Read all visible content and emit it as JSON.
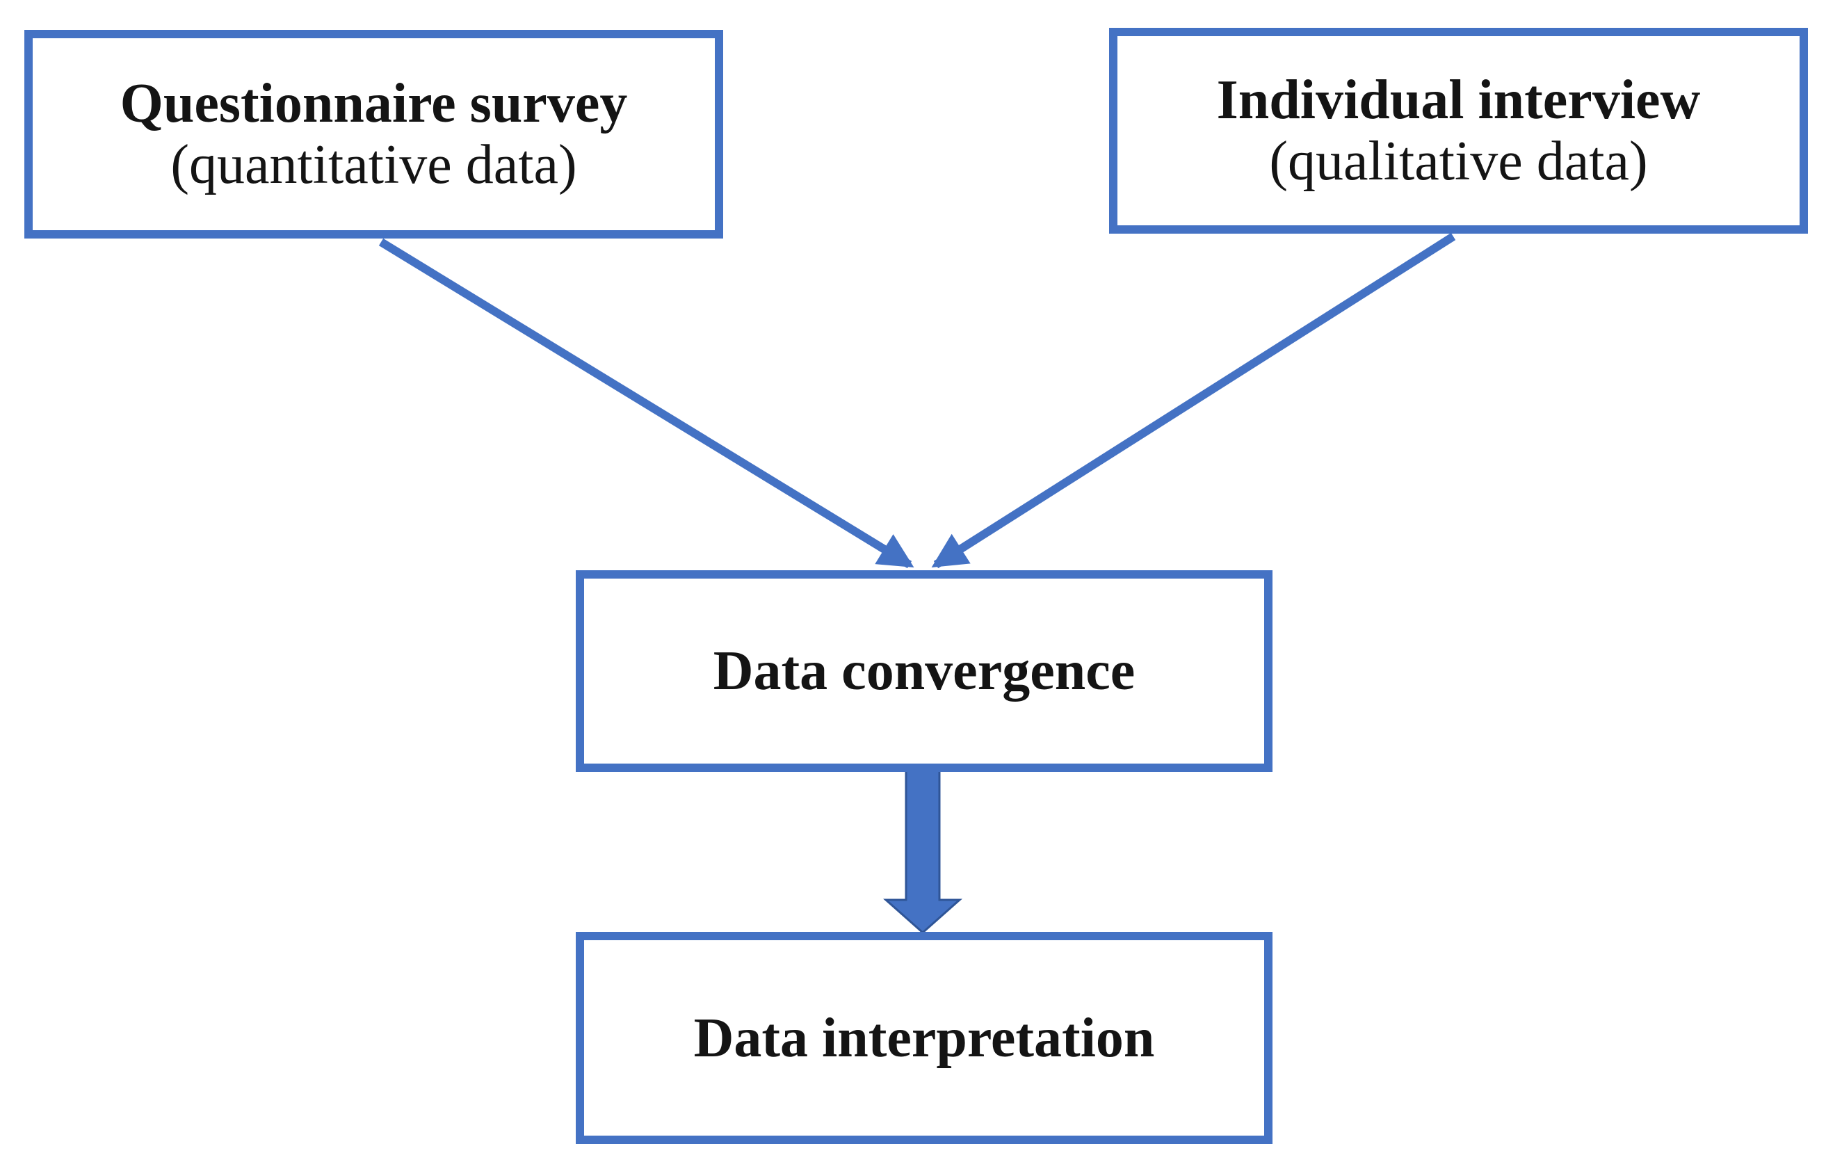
{
  "diagram": {
    "background_color": "#ffffff",
    "accent_color": "#4472C4",
    "block_arrow_outline_color": "#2F5597",
    "text_color": "#141414",
    "nodes": [
      {
        "id": "questionnaire",
        "title": "Questionnaire survey",
        "subtitle": "(quantitative data)"
      },
      {
        "id": "interview",
        "title": "Individual interview",
        "subtitle": "(qualitative data)"
      },
      {
        "id": "convergence",
        "title": "Data convergence",
        "subtitle": ""
      },
      {
        "id": "interpretation",
        "title": "Data interpretation",
        "subtitle": ""
      }
    ],
    "edges": [
      {
        "from": "questionnaire",
        "to": "convergence",
        "style": "thin-line-arrow"
      },
      {
        "from": "interview",
        "to": "convergence",
        "style": "thin-line-arrow"
      },
      {
        "from": "convergence",
        "to": "interpretation",
        "style": "thick-block-arrow"
      }
    ]
  }
}
